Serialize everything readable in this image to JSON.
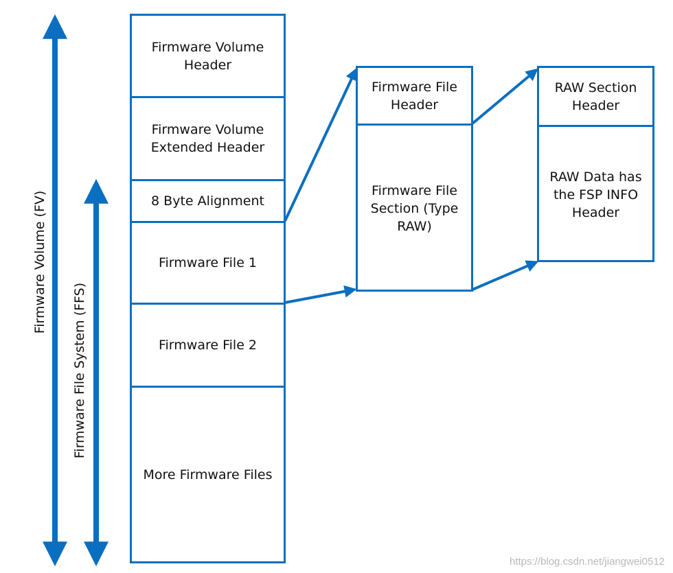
{
  "colors": {
    "accent": "#0a6fc0",
    "text": "#111111",
    "background": "#ffffff"
  },
  "axes": {
    "fv_label": "Firmware Volume (FV)",
    "ffs_label": "Firmware File System (FFS)"
  },
  "volume": {
    "header": "Firmware Volume Header",
    "extended_header": "Firmware Volume Extended Header",
    "alignment": "8 Byte Alignment",
    "file1": "Firmware File 1",
    "file2": "Firmware File 2",
    "more": "More Firmware Files"
  },
  "file": {
    "header": "Firmware File Header",
    "section": "Firmware File Section (Type RAW)"
  },
  "section": {
    "header": "RAW Section Header",
    "data": "RAW Data has the FSP INFO Header"
  },
  "watermark": "https://blog.csdn.net/jiangwei0512"
}
